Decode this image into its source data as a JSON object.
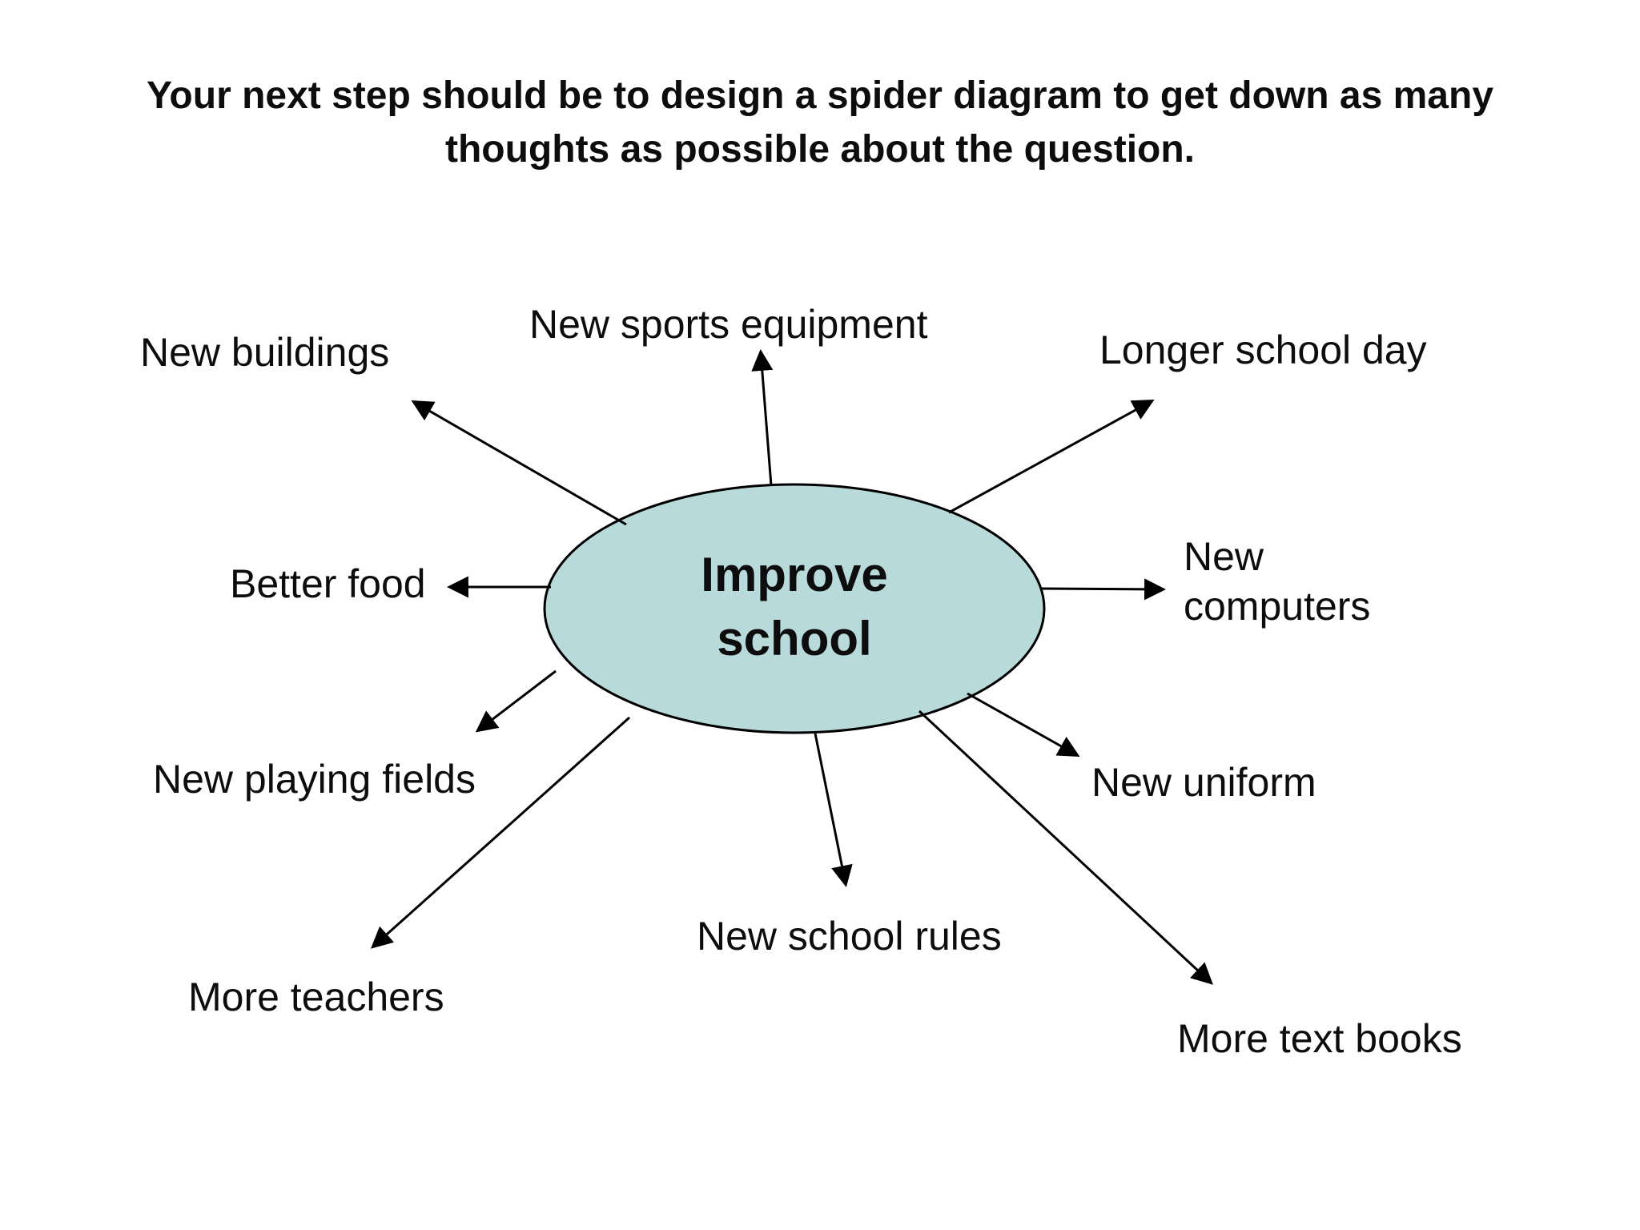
{
  "title": {
    "text": "Your next step should be to design a spider diagram to get down as many thoughts as possible about the question.",
    "lines": [
      "Your next step should be to design a spider diagram to get down as many",
      "thoughts as possible about the question."
    ]
  },
  "center": {
    "label": "Improve school",
    "lines": [
      "Improve",
      "school"
    ]
  },
  "nodes": [
    {
      "id": "new-buildings",
      "label": "New buildings"
    },
    {
      "id": "new-sports-equipment",
      "label": "New sports equipment"
    },
    {
      "id": "longer-school-day",
      "label": "Longer school day"
    },
    {
      "id": "better-food",
      "label": "Better food"
    },
    {
      "id": "new-computers",
      "label": "New computers"
    },
    {
      "id": "new-playing-fields",
      "label": "New playing fields"
    },
    {
      "id": "new-uniform",
      "label": "New uniform"
    },
    {
      "id": "more-teachers",
      "label": "More teachers"
    },
    {
      "id": "new-school-rules",
      "label": "New school rules"
    },
    {
      "id": "more-text-books",
      "label": "More text books"
    }
  ],
  "colors": {
    "ellipse_fill": "#b9dadb",
    "line": "#000000",
    "text": "#0d0d0d",
    "background": "#ffffff"
  }
}
